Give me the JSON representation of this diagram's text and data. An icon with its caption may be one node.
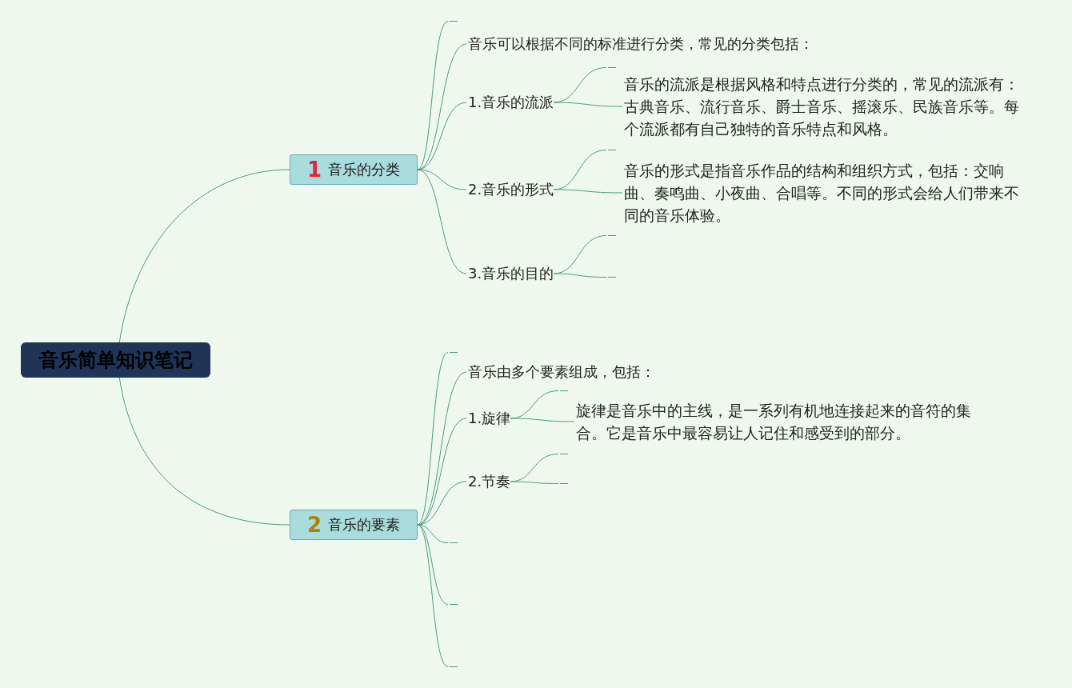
{
  "diagram": {
    "nodes": [
      {
        "text": [
          "音乐简单知识笔记"
        ]
      },
      {
        "text": [
          "1",
          "音乐的分类"
        ]
      },
      {
        "text": [
          "2",
          "音乐的要素"
        ]
      },
      {
        "text": [
          "音乐可以根据不同的标准进行分类，常见的分类包括："
        ]
      },
      {
        "text": [
          "1.音乐的流派"
        ]
      },
      {
        "text": [
          "2.音乐的形式"
        ]
      },
      {
        "text": [
          "3.音乐的目的"
        ]
      },
      {
        "text": [
          "音乐的流派是根据风格和特点进行分类的，常见的流派有：古典音乐、流行音乐、爵士音乐、摇滚乐、民族音乐等。每个流派都有自己独特的音乐特点和风格。"
        ]
      },
      {
        "text": [
          "音乐的形式是指音乐作品的结构和组织方式，包括：交响曲、奏鸣曲、小夜曲、合唱等。不同的形式会给人们带来不同的音乐体验。"
        ]
      },
      {
        "text": [
          "音乐由多个要素组成，包括："
        ]
      },
      {
        "text": [
          "1.旋律"
        ]
      },
      {
        "text": [
          "2.节奏"
        ]
      },
      {
        "text": [
          "旋律是音乐中的主线，是一系列有机地连接起来的音符的集合。它是音乐中最容易让人记住和感受到的部分。"
        ]
      },
      {
        "text": [],
        "shape": "underline"
      },
      {
        "text": [],
        "shape": "underline"
      },
      {
        "text": [],
        "shape": "underline"
      },
      {
        "text": [],
        "shape": "underline"
      },
      {
        "text": [],
        "shape": "underline"
      },
      {
        "text": [],
        "shape": "underline"
      },
      {
        "text": [],
        "shape": "underline"
      },
      {
        "text": [],
        "shape": "underline"
      },
      {
        "text": [],
        "shape": "underline"
      },
      {
        "text": [],
        "shape": "underline"
      },
      {
        "text": [],
        "shape": "underline"
      },
      {
        "text": [],
        "shape": "underline"
      }
    ],
    "edges": [
      {
        "from": 0,
        "to": 1,
        "arrow": "none"
      },
      {
        "from": 0,
        "to": 2,
        "arrow": "none"
      },
      {
        "from": 1,
        "to": 13,
        "arrow": "none"
      },
      {
        "from": 1,
        "to": 3,
        "arrow": "none"
      },
      {
        "from": 1,
        "to": 4,
        "arrow": "none"
      },
      {
        "from": 1,
        "to": 5,
        "arrow": "none"
      },
      {
        "from": 1,
        "to": 6,
        "arrow": "none"
      },
      {
        "from": 4,
        "to": 14,
        "arrow": "none"
      },
      {
        "from": 4,
        "to": 7,
        "arrow": "none"
      },
      {
        "from": 5,
        "to": 15,
        "arrow": "none"
      },
      {
        "from": 5,
        "to": 8,
        "arrow": "none"
      },
      {
        "from": 6,
        "to": 16,
        "arrow": "none"
      },
      {
        "from": 6,
        "to": 17,
        "arrow": "none"
      },
      {
        "from": 2,
        "to": 18,
        "arrow": "none"
      },
      {
        "from": 2,
        "to": 9,
        "arrow": "none"
      },
      {
        "from": 2,
        "to": 10,
        "arrow": "none"
      },
      {
        "from": 2,
        "to": 11,
        "arrow": "none"
      },
      {
        "from": 2,
        "to": 19,
        "arrow": "none"
      },
      {
        "from": 2,
        "to": 20,
        "arrow": "none"
      },
      {
        "from": 2,
        "to": 21,
        "arrow": "none"
      },
      {
        "from": 10,
        "to": 22,
        "arrow": "none"
      },
      {
        "from": 10,
        "to": 12,
        "arrow": "none"
      },
      {
        "from": 11,
        "to": 23,
        "arrow": "none"
      },
      {
        "from": 11,
        "to": 24,
        "arrow": "none"
      }
    ]
  }
}
